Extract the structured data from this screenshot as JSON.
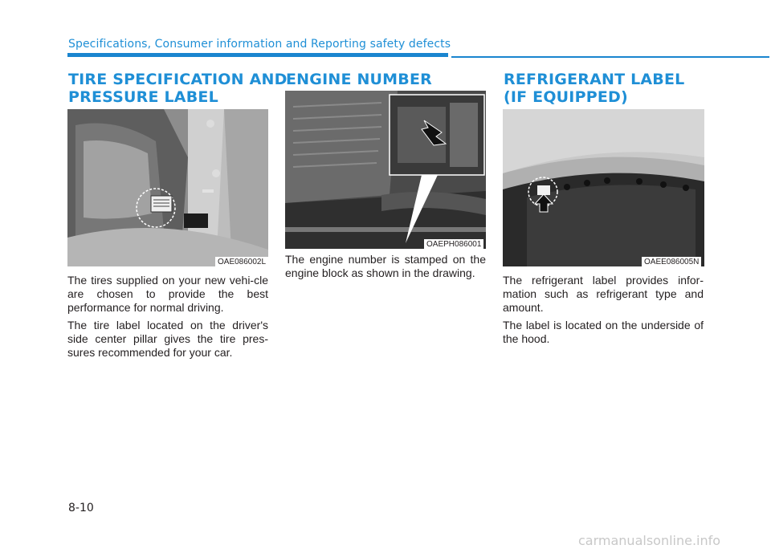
{
  "header": {
    "title": "Specifications, Consumer information and Reporting safety defects"
  },
  "sections": [
    {
      "title_lines": [
        "TIRE SPECIFICATION AND",
        "PRESSURE LABEL"
      ],
      "image_code": "OAE086002L",
      "paragraphs": [
        "The tires supplied on your new vehi-cle are chosen to provide the best performance for normal driving.",
        "The tire label located on the driver's side center pillar gives the tire pres-sures recommended for your car."
      ]
    },
    {
      "title_lines": [
        "ENGINE NUMBER"
      ],
      "image_code": "OAEPH086001",
      "paragraphs": [
        "The engine number is stamped on the engine block as shown in the drawing."
      ]
    },
    {
      "title_lines": [
        "REFRIGERANT LABEL",
        "(IF EQUIPPED)"
      ],
      "image_code": "OAEE086005N",
      "paragraphs": [
        "The refrigerant label provides infor-mation such as refrigerant type and amount.",
        "The label is located on the underside of the hood."
      ]
    }
  ],
  "page_number": "8-10",
  "watermark": "carmanualsonline.info"
}
